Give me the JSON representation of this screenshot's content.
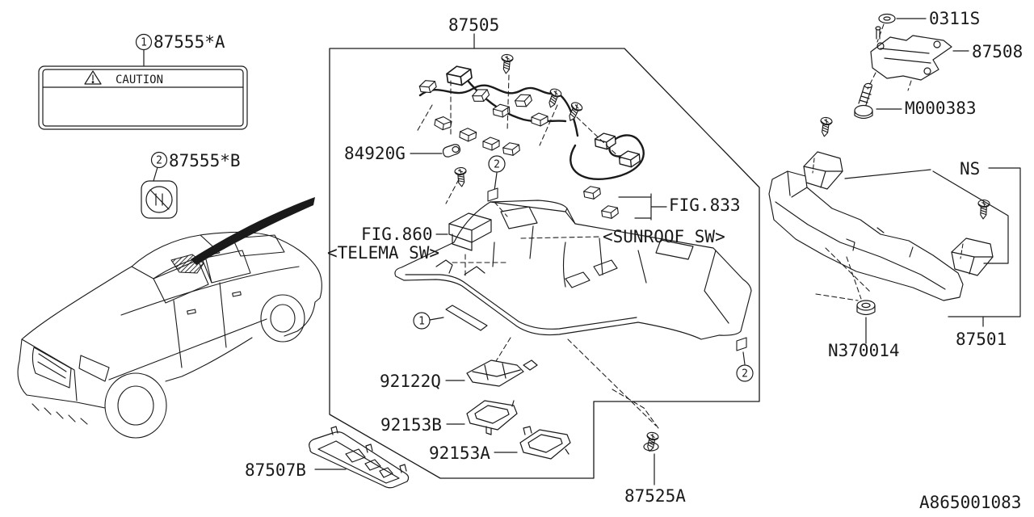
{
  "style": {
    "ink": "#1a1a1a",
    "background": "#ffffff"
  },
  "doc_number": "A865001083",
  "callouts": {
    "one": "1",
    "two": "2"
  },
  "caution_label": {
    "part_no": "87555*A",
    "title": "CAUTION"
  },
  "prohibition_label": {
    "part_no": "87555*B"
  },
  "parts": {
    "console_assembly": "87505",
    "clip": "84920G",
    "lens_front": "92122Q",
    "lens_rear_b": "92153B",
    "lens_rear_a": "92153A",
    "lens_cover": "87507B",
    "screw": "87525A",
    "washer": "0311S",
    "bracket": "87508",
    "bolt": "M000383",
    "ns": "NS",
    "spacer": "87501",
    "nut": "N370014"
  },
  "references": {
    "fig_860": "FIG.860",
    "telema_sw": "<TELEMA SW>",
    "fig_833": "FIG.833",
    "sunroof_sw": "<SUNROOF SW>"
  }
}
